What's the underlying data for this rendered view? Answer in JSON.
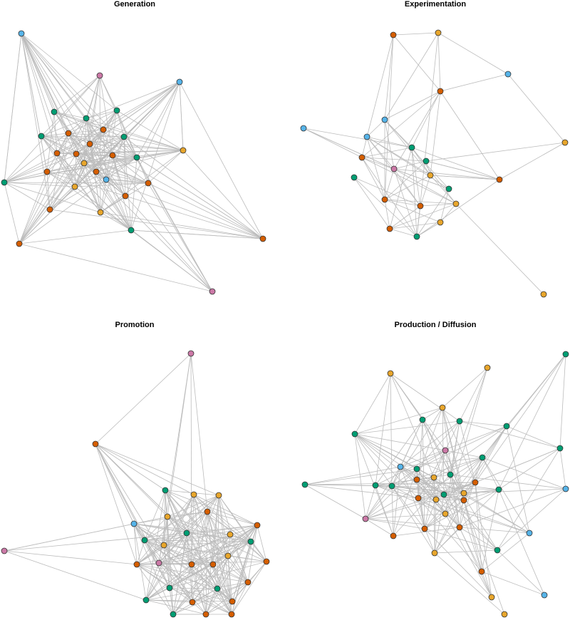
{
  "panels": [
    {
      "id": "generation",
      "title": "Generation"
    },
    {
      "id": "experimentation",
      "title": "Experimentation"
    },
    {
      "id": "promotion",
      "title": "Promotion"
    },
    {
      "id": "production",
      "title": "Production / Diffusion"
    }
  ],
  "node_colors": {
    "blue": "#56b4e9",
    "pink": "#cc79a7",
    "green": "#009e73",
    "orange": "#e8a62c",
    "red": "#d55e00"
  },
  "edge_color": "#bcbcbc"
}
